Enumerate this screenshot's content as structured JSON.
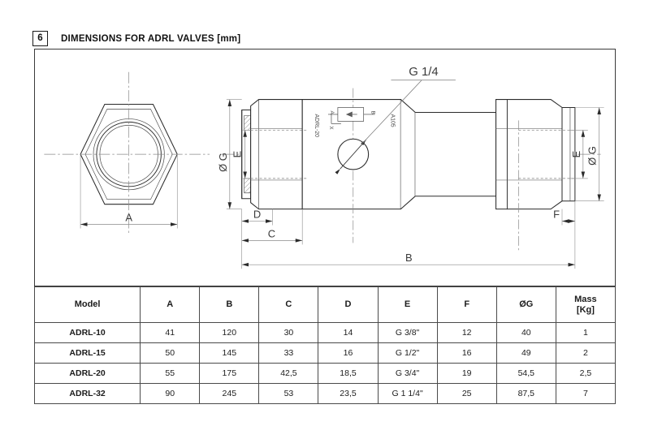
{
  "header": {
    "section_number": "6",
    "title": "DIMENSIONS FOR ADRL VALVES [mm]"
  },
  "drawing": {
    "labels": {
      "port_thread": "G 1/4",
      "body_marking_model": "ADRL-20",
      "body_marking_material": "A105",
      "symbol_port_a": "A",
      "symbol_port_b": "B",
      "symbol_port_x": "X",
      "dim_a": "A",
      "dim_b": "B",
      "dim_c": "C",
      "dim_d": "D",
      "dim_e_left": "E",
      "dim_e_right": "E",
      "dim_f": "F",
      "dim_g_left": "Ø G",
      "dim_g_right": "Ø G"
    },
    "colors": {
      "outline": "#2b2b2b",
      "thin": "#555555",
      "centerline": "#7d7d7d",
      "hatch": "#6a6a6a",
      "frame": "#3a3a3a"
    }
  },
  "table": {
    "columns": [
      "Model",
      "A",
      "B",
      "C",
      "D",
      "E",
      "F",
      "ØG",
      "Mass\n[Kg]"
    ],
    "column_header_mass_line1": "Mass",
    "column_header_mass_line2": "[Kg]",
    "rows": [
      {
        "model": "ADRL-10",
        "a": "41",
        "b": "120",
        "c": "30",
        "d": "14",
        "e": "G 3/8\"",
        "f": "12",
        "g": "40",
        "mass": "1"
      },
      {
        "model": "ADRL-15",
        "a": "50",
        "b": "145",
        "c": "33",
        "d": "16",
        "e": "G 1/2\"",
        "f": "16",
        "g": "49",
        "mass": "2"
      },
      {
        "model": "ADRL-20",
        "a": "55",
        "b": "175",
        "c": "42,5",
        "d": "18,5",
        "e": "G 3/4\"",
        "f": "19",
        "g": "54,5",
        "mass": "2,5"
      },
      {
        "model": "ADRL-32",
        "a": "90",
        "b": "245",
        "c": "53",
        "d": "23,5",
        "e": "G 1 1/4\"",
        "f": "25",
        "g": "87,5",
        "mass": "7"
      }
    ]
  }
}
